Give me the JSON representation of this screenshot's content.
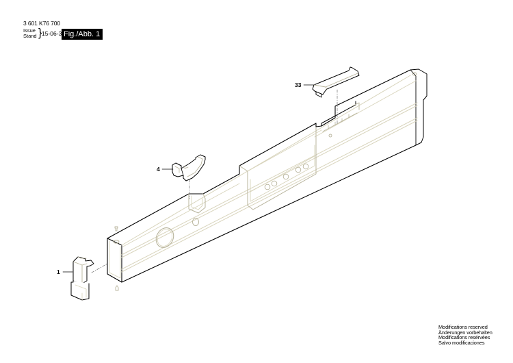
{
  "header": {
    "part_number": "3 601 K76 700",
    "issue_label": "Issue",
    "stand_label": "Stand",
    "issue_date": "15-06-30",
    "figure_label": "Fig./Abb. 1"
  },
  "callouts": [
    {
      "id": "1",
      "label": "1"
    },
    {
      "id": "4",
      "label": "4"
    },
    {
      "id": "33",
      "label": "33"
    }
  ],
  "footer": {
    "lines": [
      "Modifications reserved",
      "Änderungen vorbehalten",
      "Modifications resérvées",
      "Salvo modificaciones"
    ]
  },
  "colors": {
    "outline": "#000000",
    "detail_line": "#d8d4bc",
    "background": "#ffffff"
  }
}
